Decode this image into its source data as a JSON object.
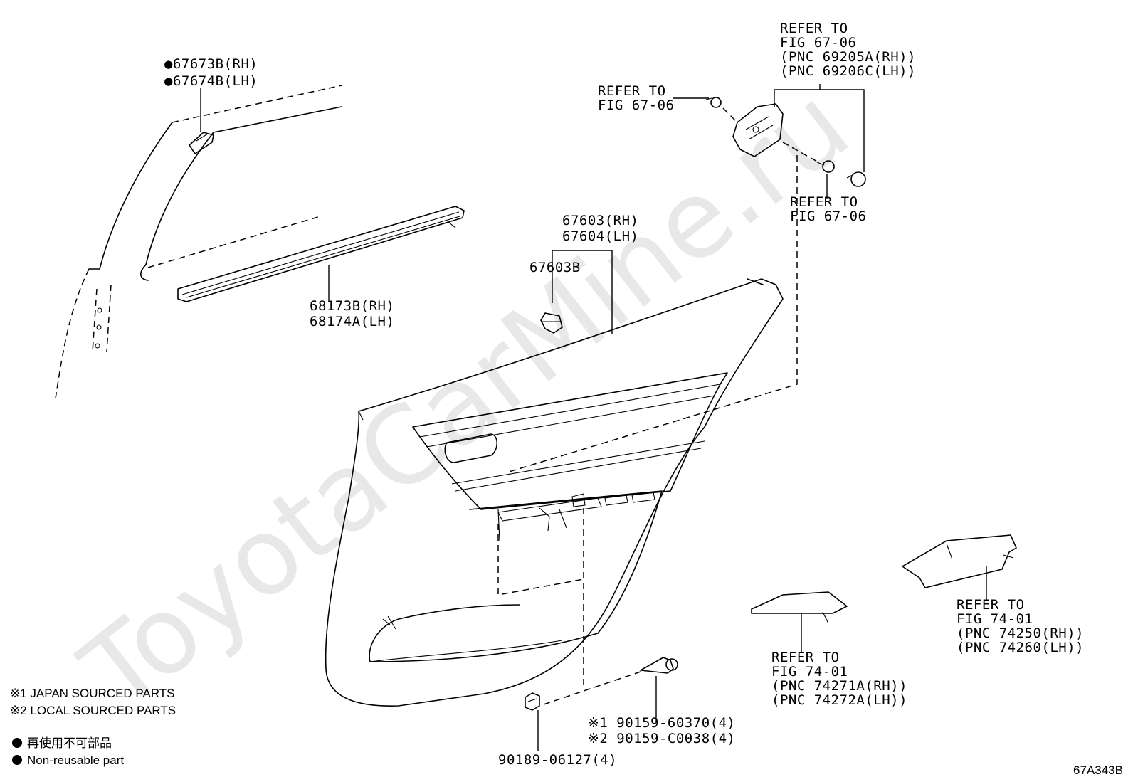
{
  "watermark": "ToyotaCarMine.ru",
  "parts": {
    "moulding_clip": [
      "67673B(RH)",
      "67674B(LH)"
    ],
    "belt_weatherstrip": [
      "68173B(RH)",
      "68174A(LH)"
    ],
    "trim_board": [
      "67603(RH)",
      "67604(LH)"
    ],
    "trim_clip": "67603B",
    "inner_handle_ref": [
      "REFER TO",
      "FIG 67-06",
      "(PNC 69205A(RH))",
      "(PNC 69206C(LH))"
    ],
    "screw_ref": [
      "REFER TO",
      "FIG 67-06"
    ],
    "cap_ref": [
      "REFER TO",
      "FIG 67-06"
    ],
    "armrest_ref": [
      "REFER TO",
      "FIG 74-01",
      "(PNC 74250(RH))",
      "(PNC 74260(LH))"
    ],
    "switch_base_ref": [
      "REFER TO",
      "FIG 74-01",
      "(PNC 74271A(RH))",
      "(PNC 74272A(LH))"
    ],
    "screw_1": "※1 90159-60370(4)",
    "screw_2": "※2 90159-C0038(4)",
    "nut": "90189-06127(4)"
  },
  "notes": {
    "japan": "※1 JAPAN SOURCED PARTS",
    "local": "※2 LOCAL SOURCED PARTS",
    "nonreusable_jp": "再使用不可部品",
    "nonreusable_en": "Non-reusable part"
  },
  "figure_code": "67A343B"
}
